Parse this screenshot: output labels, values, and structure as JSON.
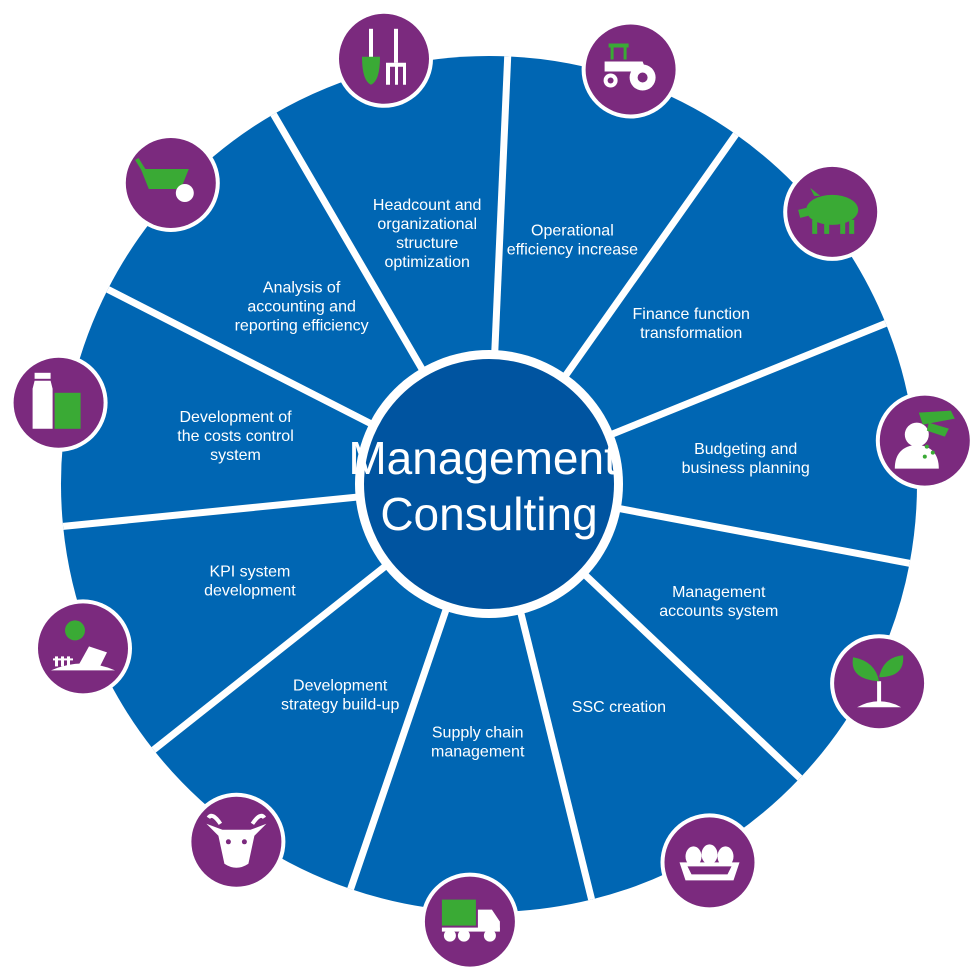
{
  "diagram": {
    "center_title": [
      "Management",
      "Consulting"
    ],
    "colors": {
      "segment": "#0066b3",
      "divider": "#ffffff",
      "center": "#0054a0",
      "icon_circle": "#7b2a7e",
      "icon_white": "#ffffff",
      "icon_green": "#3aaa35",
      "text": "#ffffff"
    },
    "segments": [
      {
        "icon": "tractor-icon",
        "label": [
          "Operational",
          "efficiency increase"
        ]
      },
      {
        "icon": "pig-icon",
        "label": [
          "Finance function",
          "transformation"
        ]
      },
      {
        "icon": "hand-sowing-icon",
        "label": [
          "Budgeting and",
          "business planning"
        ]
      },
      {
        "icon": "sprout-icon",
        "label": [
          "Management",
          "accounts system"
        ]
      },
      {
        "icon": "egg-tray-icon",
        "label": [
          "SSC creation"
        ]
      },
      {
        "icon": "truck-icon",
        "label": [
          "Supply chain",
          "management"
        ]
      },
      {
        "icon": "cow-icon",
        "label": [
          "Development",
          "strategy build-up"
        ]
      },
      {
        "icon": "farmhouse-icon",
        "label": [
          "KPI system",
          "development"
        ]
      },
      {
        "icon": "milk-glass-icon",
        "label": [
          "Development of",
          "the costs control",
          "system"
        ]
      },
      {
        "icon": "wheelbarrow-icon",
        "label": [
          "Analysis of",
          "accounting and",
          "reporting efficiency"
        ]
      },
      {
        "icon": "shovel-pitchfork-icon",
        "label": [
          "Headcount and",
          "organizational",
          "structure",
          "optimization"
        ]
      }
    ]
  }
}
